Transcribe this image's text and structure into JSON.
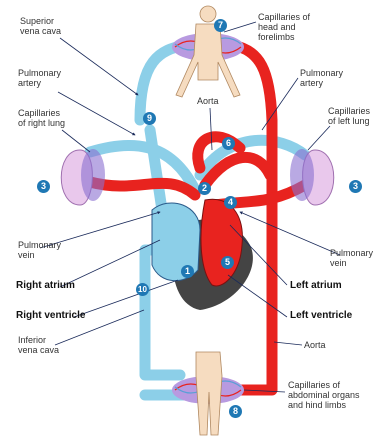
{
  "labels": {
    "superior_vena_cava": "Superior\nvena cava",
    "capillaries_head": "Capillaries of\nhead and\nforelimbs",
    "pulmonary_artery_left": "Pulmonary\nartery",
    "pulmonary_artery_right": "Pulmonary\nartery",
    "aorta_top": "Aorta",
    "capillaries_right_lung": "Capillaries\nof right lung",
    "capillaries_left_lung": "Capillaries\nof left lung",
    "pulmonary_vein_left": "Pulmonary\nvein",
    "pulmonary_vein_right": "Pulmonary\nvein",
    "right_atrium": "Right atrium",
    "left_atrium": "Left atrium",
    "right_ventricle": "Right ventricle",
    "left_ventricle": "Left ventricle",
    "inferior_vena_cava": "Inferior\nvena cava",
    "aorta_bottom": "Aorta",
    "capillaries_abdominal": "Capillaries of\nabdominal organs\nand hind limbs"
  },
  "step_numbers": {
    "n1": "1",
    "n2": "2",
    "n3_left": "3",
    "n3_right": "3",
    "n4": "4",
    "n5": "5",
    "n6": "6",
    "n7": "7",
    "n8": "8",
    "n9": "9",
    "n10": "10"
  },
  "colors": {
    "oxygen_poor": "#8ccfe8",
    "oxygen_rich": "#e8231f",
    "lung": "#e9c8ec",
    "skin": "#f6dcc0",
    "marker": "#1f78b4"
  }
}
